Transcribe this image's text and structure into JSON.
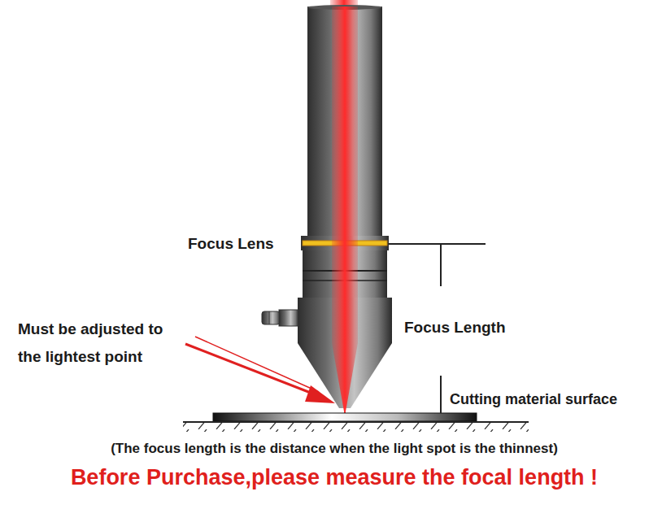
{
  "diagram": {
    "labels": [
      "Focus Lens",
      "Must be adjusted to the lightest point",
      "Focus Length",
      "Cutting material surface",
      "(The focus length is the distance when the light spot is the thinnest)",
      "Before Purchase,please measure the focal length !"
    ]
  }
}
